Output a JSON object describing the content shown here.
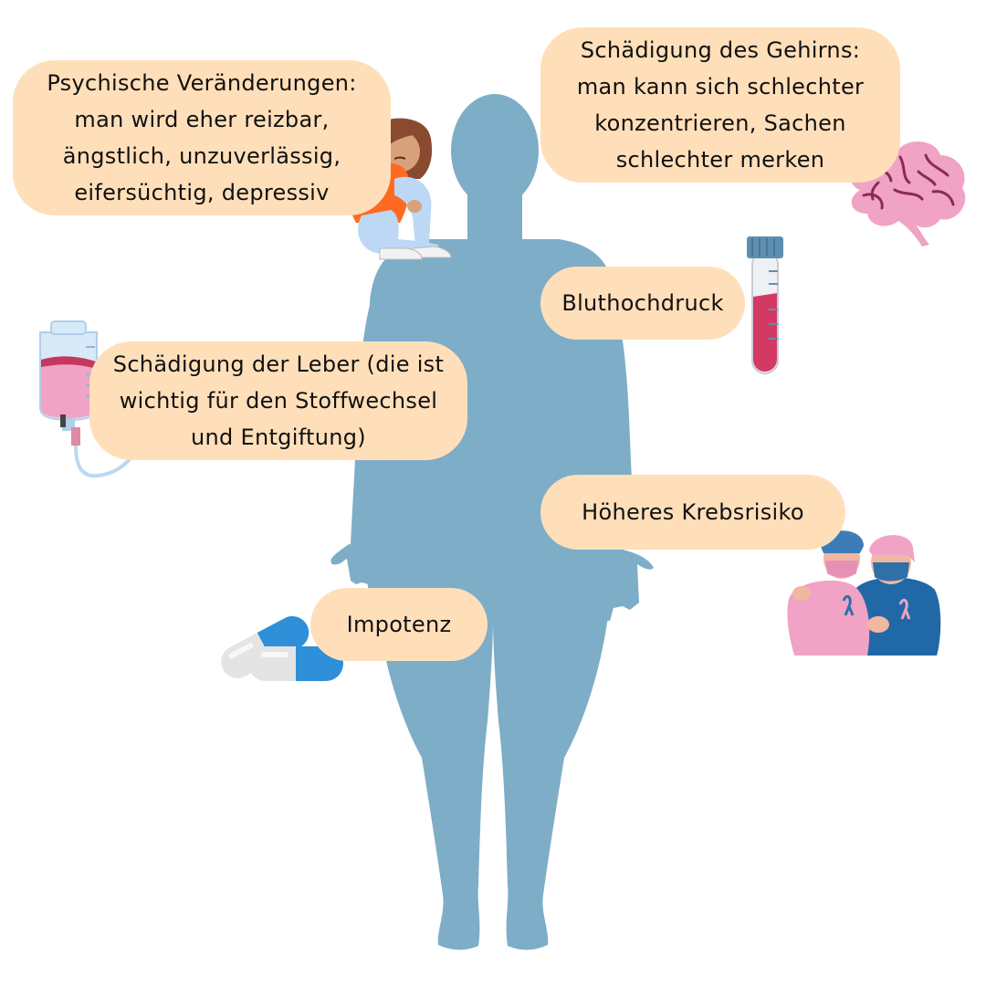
{
  "colors": {
    "silhouette": "#7eadc8",
    "bubble": "#ffdfba",
    "text": "#111111",
    "brain": "#f0a3c5",
    "blood": "#d23a63",
    "pill_blue": "#2f8fd8",
    "pill_grey": "#e4e4e4",
    "girl_shirt": "#ff6a22",
    "jeans": "#bcd8f5"
  },
  "icons": {
    "brain": "brain-icon",
    "test_tube": "test-tube-icon",
    "iv_bag": "iv-bag-icon",
    "pills": "pills-icon",
    "patients": "cancer-patients-icon",
    "sad_girl": "sad-girl-icon"
  },
  "labels": {
    "psyche": "Psychische Veränderungen:\nman wird eher reizbar,\nängstlich, unzuverlässig,\neifersüchtig, depressiv",
    "brain": "Schädigung des Gehirns:\nman kann sich schlechter\nkonzentrieren, Sachen\nschlechter merken",
    "blood_pressure": "Bluthochdruck",
    "liver": "Schädigung der Leber (die ist\nwichtig für den Stoffwechsel\nund Entgiftung)",
    "cancer": "Höheres Krebsrisiko",
    "impotence": "Impotenz"
  }
}
